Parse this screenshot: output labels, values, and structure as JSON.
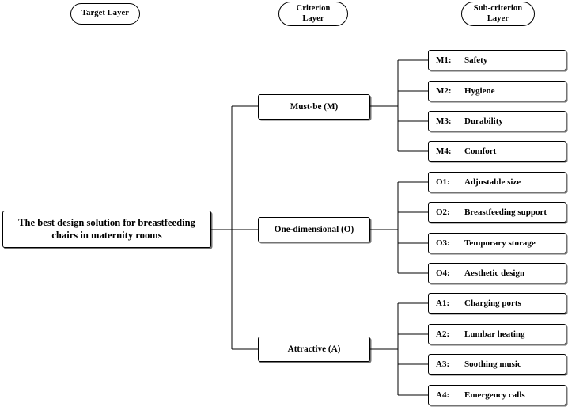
{
  "diagram": {
    "type": "hierarchy-tree",
    "title_layers": [
      {
        "id": "target-layer",
        "label": "Target Layer"
      },
      {
        "id": "criterion-layer",
        "label": "Criterion\nLayer"
      },
      {
        "id": "sub-criterion-layer",
        "label": "Sub-criterion\nLayer"
      }
    ],
    "target": {
      "label": "The best design solution for breastfeeding chairs in maternity rooms"
    },
    "criteria": [
      {
        "id": "must-be",
        "label": "Must-be (M)"
      },
      {
        "id": "one-dimensional",
        "label": "One-dimensional (O)"
      },
      {
        "id": "attractive",
        "label": "Attractive (A)"
      }
    ],
    "sub_criteria": [
      {
        "code": "M1:",
        "label": "Safety",
        "parent": "must-be"
      },
      {
        "code": "M2:",
        "label": "Hygiene",
        "parent": "must-be"
      },
      {
        "code": "M3:",
        "label": "Durability",
        "parent": "must-be"
      },
      {
        "code": "M4:",
        "label": "Comfort",
        "parent": "must-be"
      },
      {
        "code": "O1:",
        "label": "Adjustable size",
        "parent": "one-dimensional"
      },
      {
        "code": "O2:",
        "label": "Breastfeeding support",
        "parent": "one-dimensional"
      },
      {
        "code": "O3:",
        "label": "Temporary storage",
        "parent": "one-dimensional"
      },
      {
        "code": "O4:",
        "label": "Aesthetic design",
        "parent": "one-dimensional"
      },
      {
        "code": "A1:",
        "label": "Charging ports",
        "parent": "attractive"
      },
      {
        "code": "A2:",
        "label": "Lumbar heating",
        "parent": "attractive"
      },
      {
        "code": "A3:",
        "label": "Soothing music",
        "parent": "attractive"
      },
      {
        "code": "A4:",
        "label": "Emergency calls",
        "parent": "attractive"
      }
    ],
    "colors": {
      "stroke": "#000000",
      "background": "#ffffff",
      "text": "#000000",
      "shadow": "#8c8c8c"
    }
  }
}
